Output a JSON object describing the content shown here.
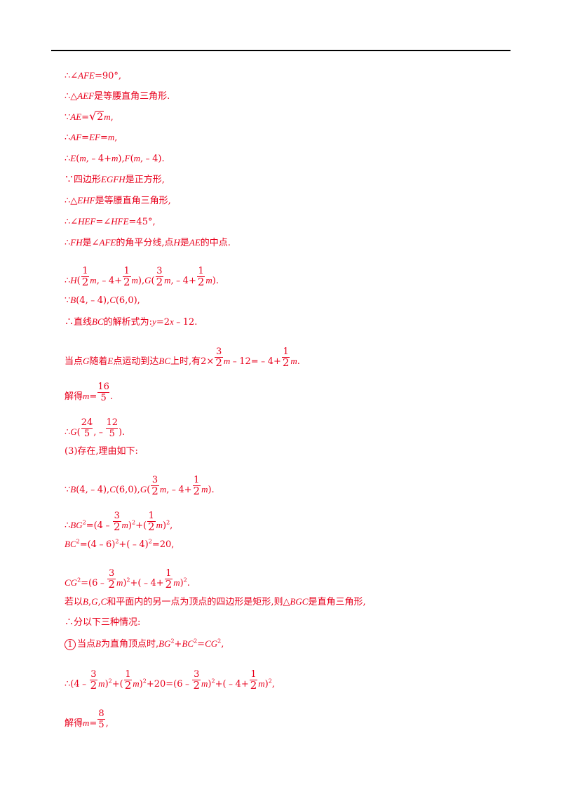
{
  "lines": {
    "l1": {
      "pre": "∴∠",
      "AFE": "AFE",
      "rest": "=90°,"
    },
    "l2": {
      "pre": "∴△",
      "AEF": "AEF",
      "rest": "是等腰直角三角形."
    },
    "l3": {
      "pre": "∵",
      "AE": "AE",
      "eq": "=",
      "sqrt_val": "2",
      "m": "m",
      "end": ","
    },
    "l4": {
      "pre": "∴",
      "AF": "AF",
      "eq1": "=",
      "EF": "EF",
      "eq2": "=",
      "m": "m",
      "end": ","
    },
    "l5": {
      "pre": "∴",
      "E": "E",
      "p1": "(",
      "m1": "m",
      "p2": ",﹣4+",
      "m2": "m",
      "p3": "),",
      "F": "F",
      "p4": "(",
      "m3": "m",
      "p5": ",﹣4)."
    },
    "l6": {
      "pre": "∵四边形",
      "EGFH": "EGFH",
      "rest": "是正方形,"
    },
    "l7": {
      "pre": "∴△",
      "EHF": "EHF",
      "rest": "是等腰直角三角形,"
    },
    "l8": {
      "pre": "∴∠",
      "HEF": "HEF",
      "mid": "=∠",
      "HFE": "HFE",
      "rest": "=45°,"
    },
    "l9": {
      "pre": "∴",
      "FH": "FH",
      "a": "是∠",
      "AFE": "AFE",
      "b": "的角平分线,点",
      "H": "H",
      "c": "是",
      "AE": "AE",
      "d": "的中点."
    },
    "l10": {
      "pre": "∴",
      "H": "H",
      "p1": "(",
      "f1n": "1",
      "f1d": "2",
      "m1": "m",
      "p2": ",﹣4+",
      "f2n": "1",
      "f2d": "2",
      "m2": "m",
      "p3": "),",
      "G": "G",
      "p4": "(",
      "f3n": "3",
      "f3d": "2",
      "m3": "m",
      "p5": ",﹣4+",
      "f4n": "1",
      "f4d": "2",
      "m4": "m",
      "p6": ")."
    },
    "l11": {
      "pre": "∵",
      "B": "B",
      "a": "(4,﹣4),",
      "C": "C",
      "b": "(6,0),"
    },
    "l12": {
      "pre": "∴直线",
      "BC": "BC",
      "a": "的解析式为:",
      "y": "y",
      "b": "=2",
      "x": "x",
      "c": "﹣12."
    },
    "l13": {
      "a": "当点",
      "G": "G",
      "b": "随着",
      "E": "E",
      "c": "点运动到达",
      "BC": "BC",
      "d": "上时,有2×",
      "f1n": "3",
      "f1d": "2",
      "m1": "m",
      "e": "﹣12=﹣4+",
      "f2n": "1",
      "f2d": "2",
      "m2": "m",
      "f": "."
    },
    "l14": {
      "a": "解得",
      "m": "m",
      "b": "=",
      "fn": "16",
      "fd": "5",
      "c": "."
    },
    "l15": {
      "pre": "∴",
      "G": "G",
      "p1": "(",
      "f1n": "24",
      "f1d": "5",
      "p2": ",﹣",
      "f2n": "12",
      "f2d": "5",
      "p3": ")."
    },
    "l16": {
      "text": "(3)存在,理由如下:"
    },
    "l17": {
      "pre": "∵",
      "B": "B",
      "a": "(4,﹣4),",
      "C": "C",
      "b": "(6,0),",
      "G": "G",
      "p1": "(",
      "f1n": "3",
      "f1d": "2",
      "m1": "m",
      "p2": ",﹣4+",
      "f2n": "1",
      "f2d": "2",
      "m2": "m",
      "p3": ")."
    },
    "l18": {
      "pre": "∴",
      "BG": "BG",
      "sq": "2",
      "a": "=(4﹣",
      "f1n": "3",
      "f1d": "2",
      "m1": "m",
      "b": ")",
      "sq2": "2",
      "c": "+(",
      "f2n": "1",
      "f2d": "2",
      "m2": "m",
      "d": ")",
      "sq3": "2",
      "e": ","
    },
    "l19": {
      "BC": "BC",
      "sq": "2",
      "a": "=(4﹣6)",
      "sq2": "2",
      "b": "+(﹣4)",
      "sq3": "2",
      "c": "=20,"
    },
    "l20": {
      "CG": "CG",
      "sq": "2",
      "a": "=(6﹣",
      "f1n": "3",
      "f1d": "2",
      "m1": "m",
      "b": ")",
      "sq2": "2",
      "c": "+(﹣4+",
      "f2n": "1",
      "f2d": "2",
      "m2": "m",
      "d": ")",
      "sq3": "2",
      "e": "."
    },
    "l21": {
      "a": "若以",
      "B": "B",
      "b": ",",
      "G": "G",
      "c": ",",
      "C": "C",
      "d": "和平面内的另一点为顶点的四边形是矩形,则△",
      "BGC": "BGC",
      "e": "是直角三角形,"
    },
    "l22": {
      "text": "∴分以下三种情况:"
    },
    "l23": {
      "circ": "1",
      "a": "当点",
      "B": "B",
      "b": "为直角顶点时,",
      "BG": "BG",
      "sq": "2",
      "c": "+",
      "BC": "BC",
      "sq2": "2",
      "d": "=",
      "CG": "CG",
      "sq3": "2",
      "e": ","
    },
    "l24": {
      "pre": "∴(4﹣",
      "f1n": "3",
      "f1d": "2",
      "m1": "m",
      "a": ")",
      "sq": "2",
      "b": "+(",
      "f2n": "1",
      "f2d": "2",
      "m2": "m",
      "c": ")",
      "sq2": "2",
      "d": "+20=(6﹣",
      "f3n": "3",
      "f3d": "2",
      "m3": "m",
      "e": ")",
      "sq3": "2",
      "f": "+(﹣4+",
      "f4n": "1",
      "f4d": "2",
      "m4": "m",
      "g": ")",
      "sq4": "2",
      "h": ","
    },
    "l25": {
      "a": "解得",
      "m": "m",
      "b": "=",
      "fn": "8",
      "fd": "5",
      "c": ","
    }
  }
}
